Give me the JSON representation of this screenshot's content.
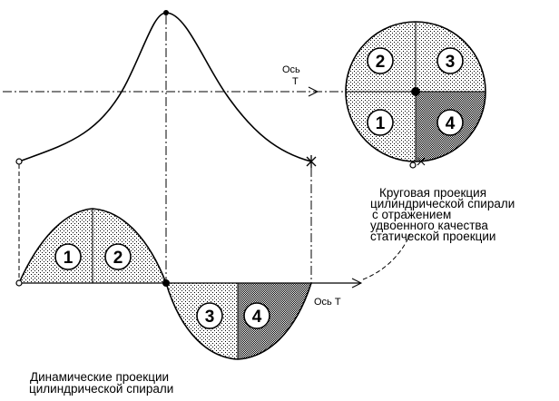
{
  "axis_labels": {
    "circle_axis_line1": "Ось",
    "circle_axis_line2": "T",
    "bottom_axis": "Ось T"
  },
  "zones": {
    "z1": "1",
    "z2": "2",
    "z3": "3",
    "z4": "4"
  },
  "captions": {
    "circular": [
      "Круговая проекция",
      "цилиндрической спирали",
      "с  отражением",
      "удвоенного качества",
      "статической проекции"
    ],
    "dynamic": [
      "Динамические проекции",
      "цилиндрической спирали"
    ]
  }
}
